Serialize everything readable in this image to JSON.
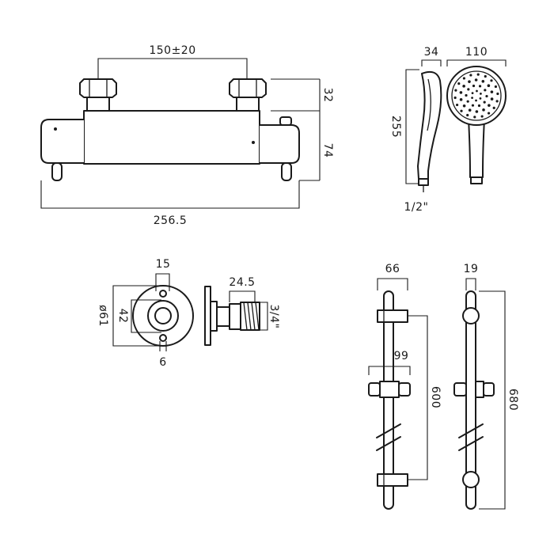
{
  "figure": {
    "valve_views": {
      "inlet_centres": "150±20",
      "top_height": "32",
      "body_height": "74",
      "overall_length": "256.5"
    },
    "handset_views": {
      "side_depth": "34",
      "face_diameter": "110",
      "length": "255",
      "thread": "1/2\""
    },
    "wall_plate_views": {
      "outlet_width": "15",
      "plate_diameter": "ø61",
      "inner_diameter": "42",
      "bottom_gap": "6",
      "elbow_length": "24.5",
      "elbow_thread": "3/4\""
    },
    "riser_rail_views": {
      "bracket_width": "66",
      "holder_width": "99",
      "rail_length": "600",
      "rail_diameter": "19",
      "overall_height": "680"
    }
  }
}
